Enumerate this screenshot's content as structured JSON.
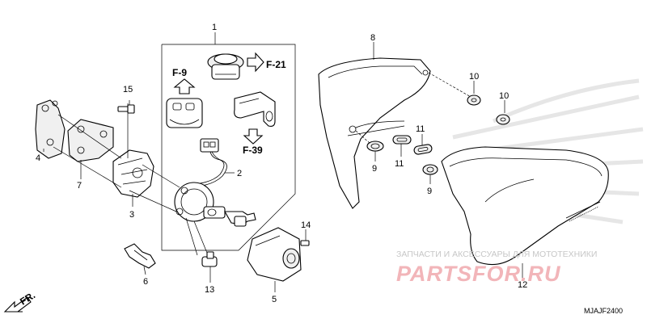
{
  "diagram": {
    "code": "MJAJF2400",
    "direction_label": "FR.",
    "callouts": [
      "1",
      "2",
      "3",
      "4",
      "5",
      "6",
      "7",
      "8",
      "9",
      "9",
      "10",
      "10",
      "11",
      "11",
      "12",
      "13",
      "14",
      "15"
    ],
    "refs": {
      "f9": "F-9",
      "f21": "F-21",
      "f39": "F-39"
    }
  },
  "watermark": {
    "line1": "ЗАПЧАСТИ И АКСЕССУАРЫ ДЛЯ МОТОТЕХНИКИ",
    "line2": "PARTSFOR.RU"
  }
}
